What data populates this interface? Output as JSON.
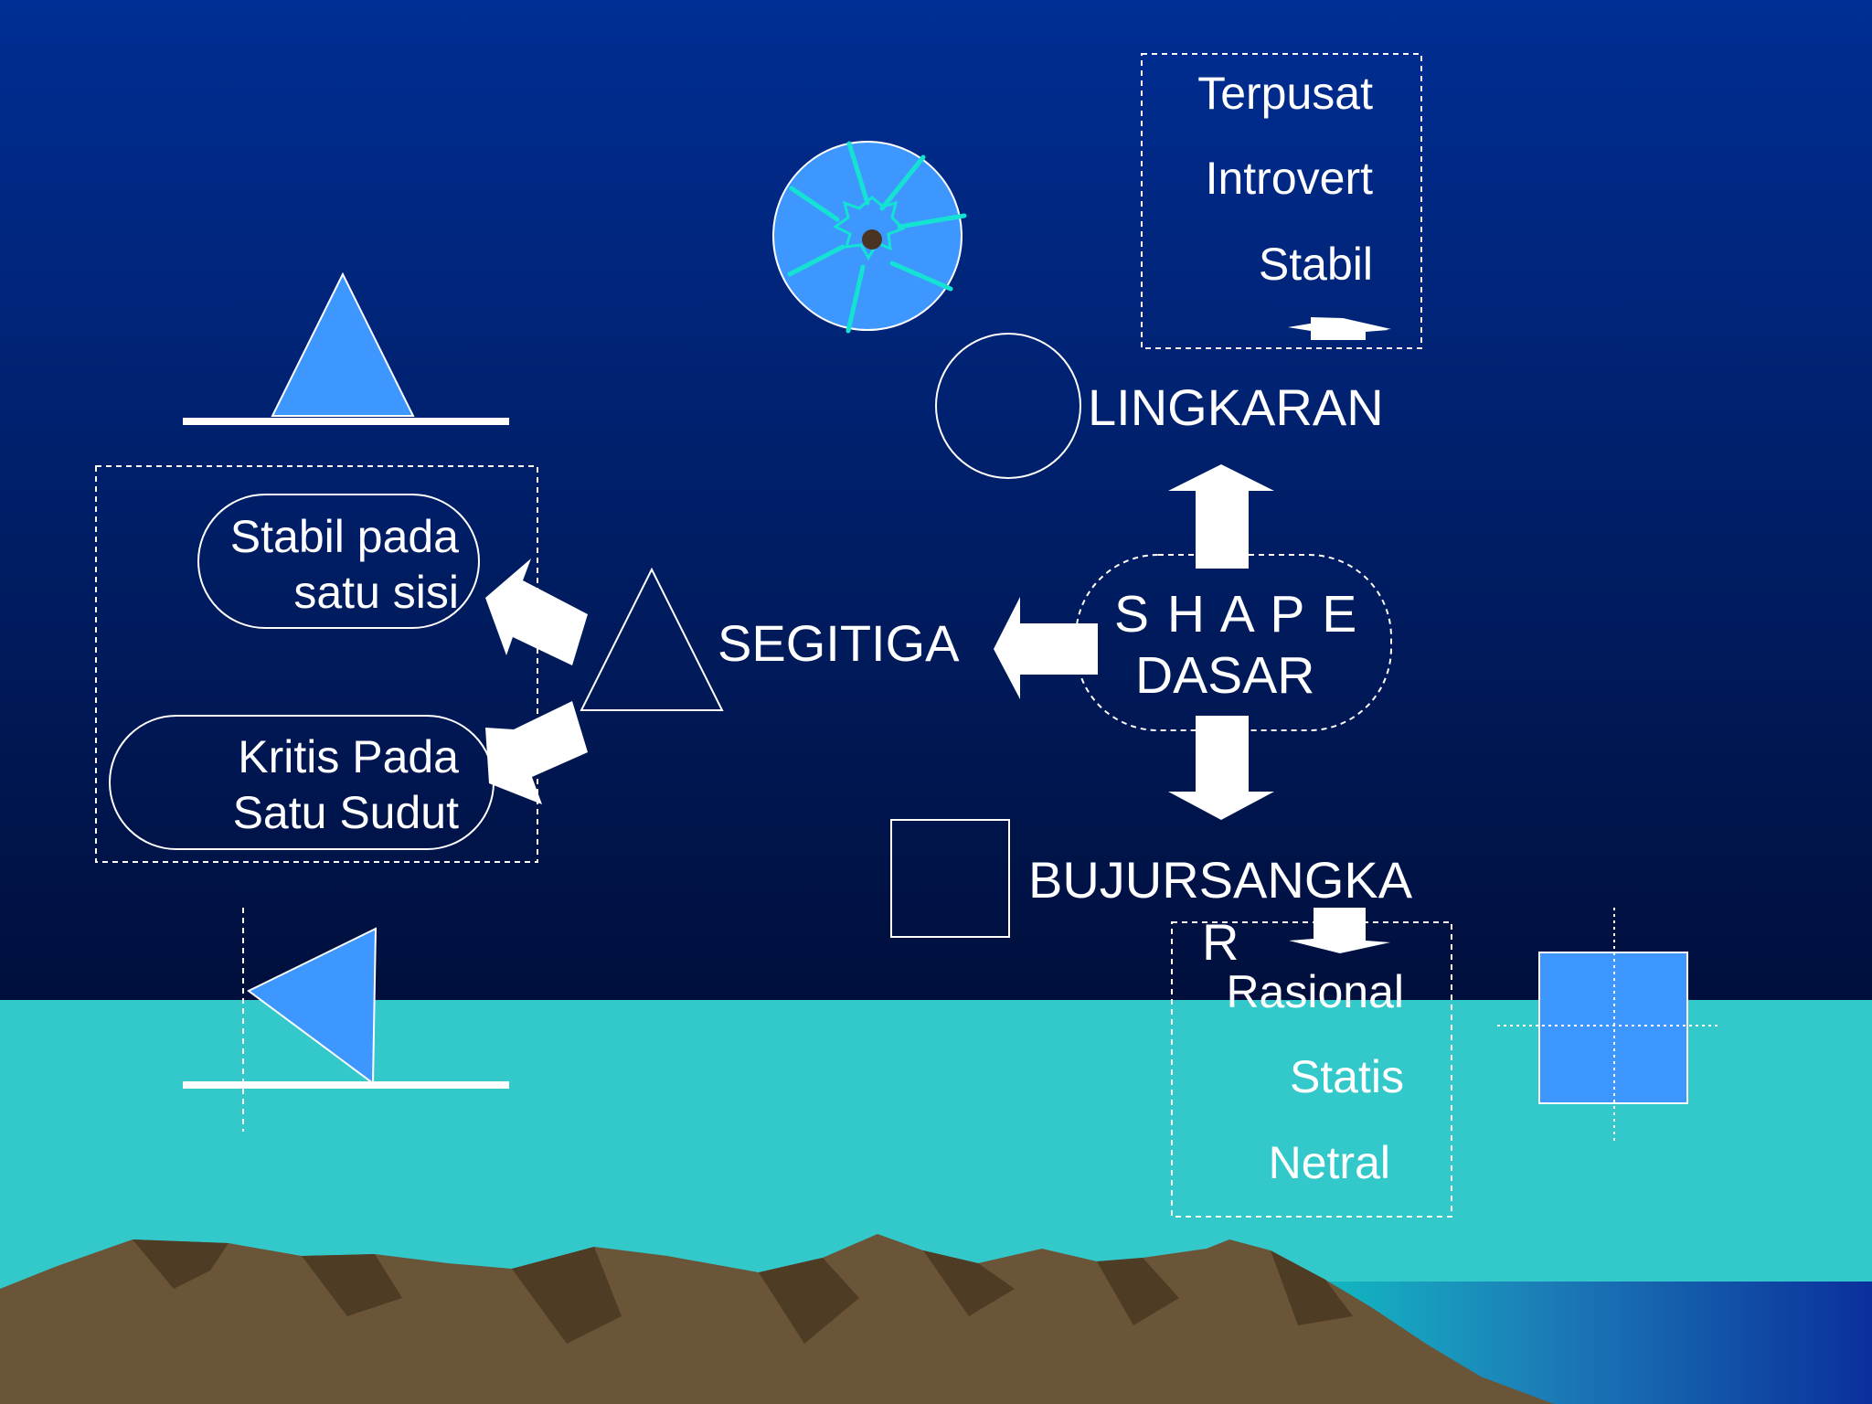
{
  "center": {
    "line1": "S H A P E",
    "line2": "DASAR"
  },
  "lingkaran": {
    "label": "LINGKARAN",
    "traits": [
      "Terpusat",
      "Introvert",
      "Stabil"
    ]
  },
  "segitiga": {
    "label": "SEGITIGA",
    "trait_a": {
      "line1": "Stabil pada",
      "line2": "satu sisi"
    },
    "trait_b": {
      "line1": "Kritis Pada",
      "line2": "Satu Sudut"
    }
  },
  "bujursangkar": {
    "label_line1": "BUJURSANGKA",
    "label_line2": "R",
    "traits": [
      "Rasional",
      "Statis",
      "Netral"
    ]
  },
  "colors": {
    "sky_top": "#002e94",
    "sky_bottom": "#000f3c",
    "sea": "#33c9cb",
    "shape_fill": "#3d97ff",
    "ray": "#14e2d2",
    "mountain": "#6b5538",
    "white": "#ffffff"
  }
}
